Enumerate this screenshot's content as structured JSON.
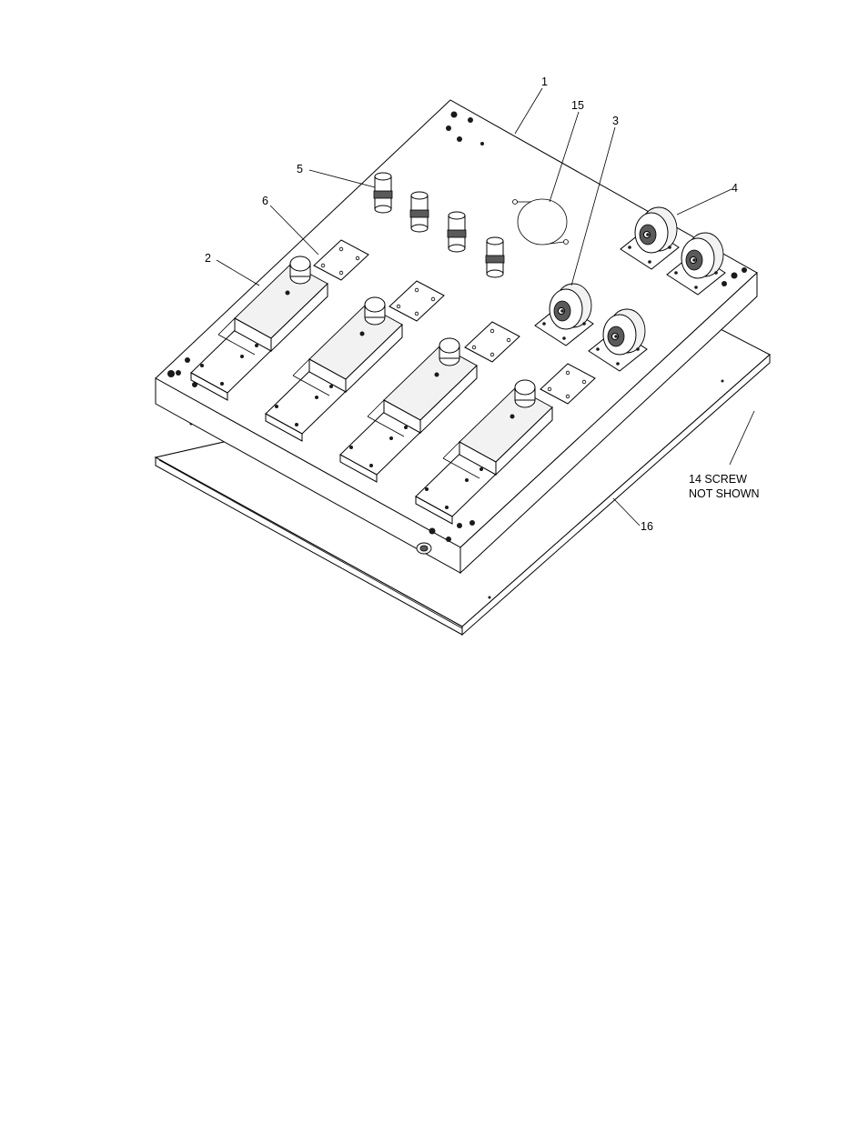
{
  "callouts": {
    "c1": "1",
    "c2": "2",
    "c3": "3",
    "c4": "4",
    "c5": "5",
    "c6": "6",
    "c15": "15",
    "c16": "16"
  },
  "note": {
    "line1": "14 SCREW",
    "line2": "NOT SHOWN"
  }
}
